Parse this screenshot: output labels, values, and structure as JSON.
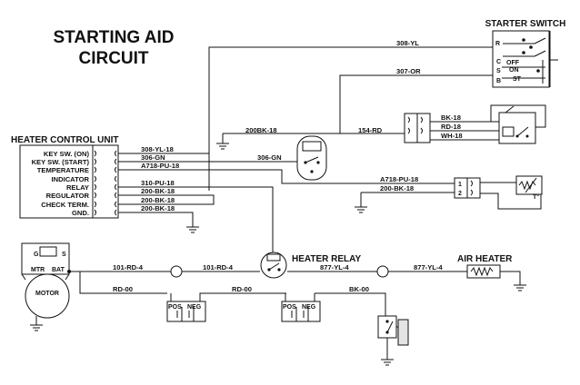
{
  "title": {
    "line1": "STARTING AID",
    "line2": "CIRCUIT"
  },
  "components": {
    "heater_control_unit": "HEATER CONTROL UNIT",
    "starter_switch": "STARTER SWITCH",
    "heater_relay": "HEATER RELAY",
    "air_heater": "AIR HEATER",
    "motor": "MOTOR"
  },
  "hcu_terminals": [
    "KEY SW. (ON)",
    "KEY SW. (START)",
    "TEMPERATURE",
    "INDICATOR",
    "RELAY",
    "REGULATOR",
    "CHECK TERM.",
    "GND."
  ],
  "hcu_wires": [
    "308-YL-18",
    "306-GN",
    "A718-PU-18",
    "310-PU-18",
    "200-BK-18",
    "200-BK-18",
    "200-BK-18"
  ],
  "starter_switch": {
    "terminals": [
      "R",
      "C",
      "S",
      "B"
    ],
    "positions": [
      "OFF",
      "ON",
      "ST"
    ],
    "wires": [
      "308-YL",
      "307-OR"
    ]
  },
  "wires": {
    "w200bk_top": "200BK-18",
    "w306gn": "306-GN",
    "w154rd": "154-RD",
    "sw_bk": "BK-18",
    "sw_rd": "RD-18",
    "sw_wh": "WH-18",
    "s_a718": "A718-PU-18",
    "s_200bk": "200-BK-18",
    "w101a": "101-RD-4",
    "w101b": "101-RD-4",
    "w877a": "877-YL-4",
    "w877b": "877-YL-4",
    "rd00a": "RD-00",
    "rd00b": "RD-00",
    "bk00": "BK-00"
  },
  "sensor_pins": [
    "1",
    "2"
  ],
  "motor_terminals": {
    "g": "G",
    "s": "S",
    "mtr": "MTR",
    "bat": "BAT"
  },
  "battery_labels": {
    "pos": "POS",
    "neg": "NEG"
  }
}
